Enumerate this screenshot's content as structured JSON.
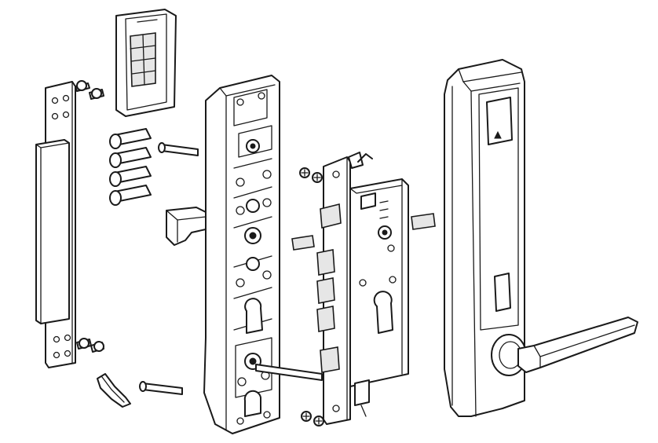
{
  "diagram": {
    "type": "exploded-view",
    "colors": {
      "line": "#1a1a1a",
      "background": "#ffffff",
      "shade": "#e6e6e6"
    },
    "parts": [
      {
        "id": "strike-plate"
      },
      {
        "id": "strike-screws",
        "count": 4
      },
      {
        "id": "battery-cover"
      },
      {
        "id": "aa-batteries",
        "count": 4
      },
      {
        "id": "spindle-pin"
      },
      {
        "id": "inner-mounting-plate"
      },
      {
        "id": "inner-handle"
      },
      {
        "id": "spindle-bar"
      },
      {
        "id": "small-bracket"
      },
      {
        "id": "mounting-bolt"
      },
      {
        "id": "mortise-lock-body"
      },
      {
        "id": "mortise-screws",
        "count": 4
      },
      {
        "id": "square-spindle"
      },
      {
        "id": "connector-pin"
      },
      {
        "id": "outer-lock-panel"
      },
      {
        "id": "lever-handle"
      },
      {
        "id": "keypad-window"
      },
      {
        "id": "fingerprint-window"
      }
    ]
  }
}
